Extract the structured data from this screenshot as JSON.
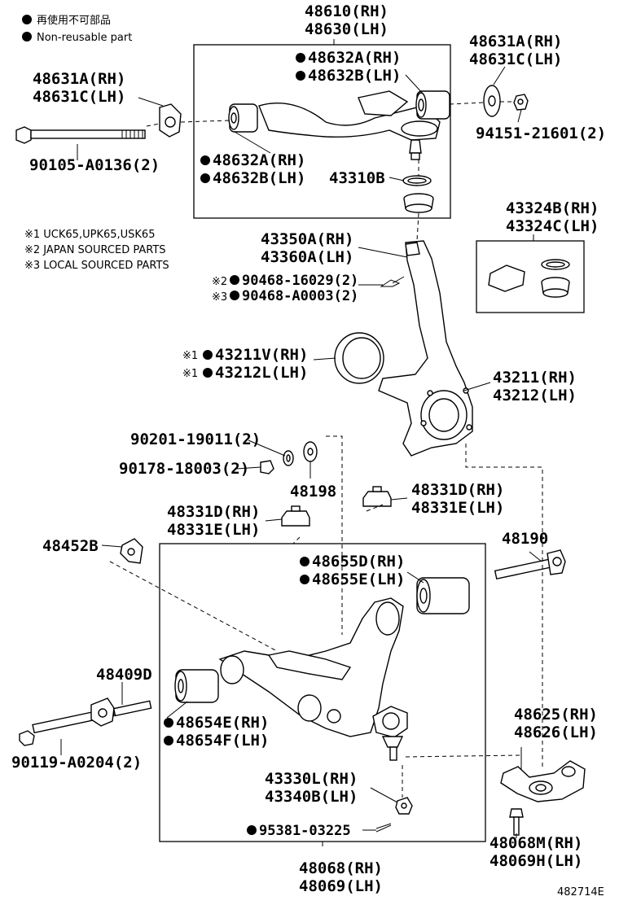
{
  "legend": {
    "kanji_line": "再使用不可部品",
    "english_line": "Non-reusable part"
  },
  "notes": {
    "n1": "※1 UCK65,UPK65,USK65",
    "n2": "※2 JAPAN SOURCED PARTS",
    "n3": "※3 LOCAL SOURCED PARTS"
  },
  "parts": {
    "upper_arm_rh": "48610(RH)",
    "upper_arm_lh": "48630(LH)",
    "upper_bush_top_rh": "48632A(RH)",
    "upper_bush_top_lh": "48632B(LH)",
    "upper_bush_left_rh": "48632A(RH)",
    "upper_bush_left_lh": "48632B(LH)",
    "cam_right_rh": "48631A(RH)",
    "cam_right_lh": "48631C(LH)",
    "cam_left_rh": "48631A(RH)",
    "cam_left_lh": "48631C(LH)",
    "nut_upper": "94151-21601(2)",
    "bolt_upper": "90105-A0136(2)",
    "ball_joint_boot": "43310B",
    "ball_joint_nut_rh": "43350A(RH)",
    "ball_joint_nut_lh": "43360A(LH)",
    "boot_kit_rh": "43324B(RH)",
    "boot_kit_lh": "43324C(LH)",
    "cotter_jp": "90468-16029(2)",
    "cotter_local": "90468-A0003(2)",
    "cotter_jp_prefix": "※2",
    "cotter_local_prefix": "※3",
    "seal_rh": "43211V(RH)",
    "seal_lh": "43212L(LH)",
    "seal_prefix": "※1",
    "knuckle_rh": "43211(RH)",
    "knuckle_lh": "43212(LH)",
    "washer_a": "90201-19011(2)",
    "nut_a": "90178-18003(2)",
    "bumper_stopper": "48198",
    "stopper_right_rh": "48331D(RH)",
    "stopper_right_lh": "48331E(LH)",
    "stopper_left_rh": "48331D(RH)",
    "stopper_left_lh": "48331E(LH)",
    "cam_plate": "48452B",
    "cam_bolt": "48190",
    "lower_bush_rear_rh": "48655D(RH)",
    "lower_bush_rear_lh": "48655E(LH)",
    "bolt_lower": "48409D",
    "nut_lower": "90119-A0204(2)",
    "lower_bush_front_rh": "48654E(RH)",
    "lower_bush_front_lh": "48654F(LH)",
    "lower_bracket_rh": "48625(RH)",
    "lower_bracket_lh": "48626(LH)",
    "lower_bj_nut_rh": "43330L(RH)",
    "lower_bj_nut_lh": "43340B(LH)",
    "cotter_lower": "95381-03225",
    "bracket_bolt_rh": "48068M(RH)",
    "bracket_bolt_lh": "48069H(LH)",
    "lower_arm_rh": "48068(RH)",
    "lower_arm_lh": "48069(LH)"
  },
  "figure_id": "482714E"
}
